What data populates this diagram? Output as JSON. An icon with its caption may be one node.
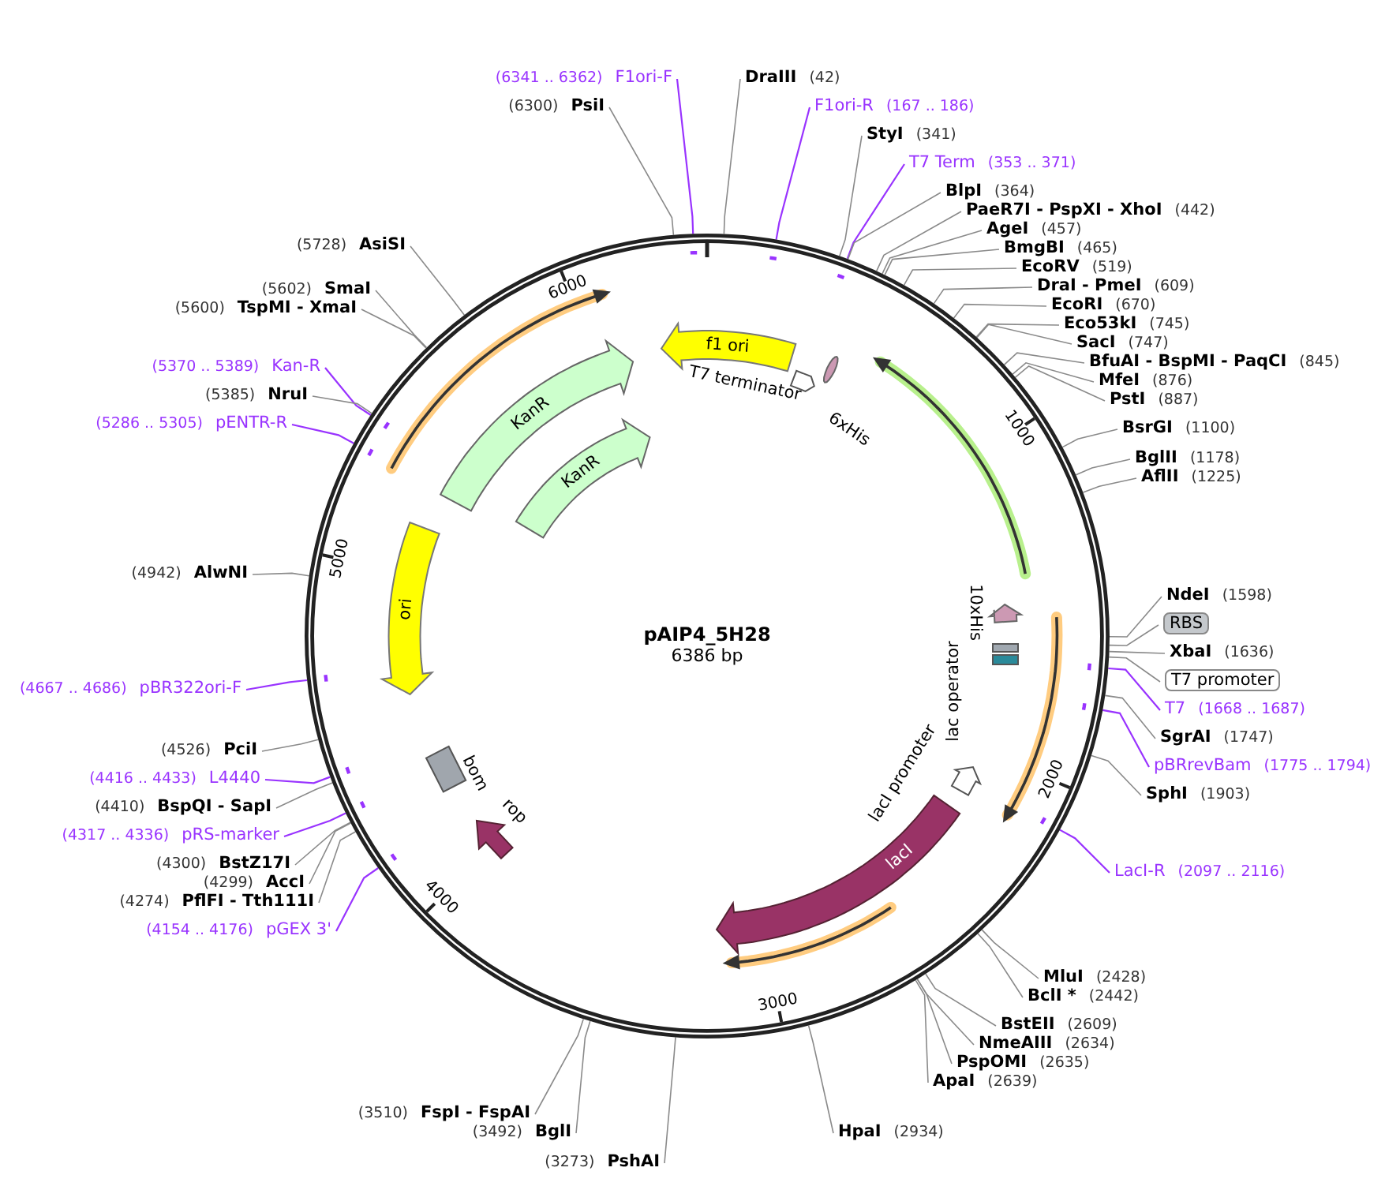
{
  "diagram": {
    "title": "pAIP4_5H28",
    "nodes": [
      {
        "text": [
          "F1ori-F"
        ],
        "beside": [
          "(6341 .. 6362)"
        ]
      },
      {
        "text": [
          "PsiI"
        ],
        "beside": [
          "(6300)"
        ]
      },
      {
        "text": [
          "DraIII"
        ],
        "beside": [
          "(42)"
        ]
      },
      {
        "text": [
          "F1ori-R"
        ],
        "beside": [
          "(167 .. 186)"
        ]
      },
      {
        "text": [
          "StyI"
        ],
        "beside": [
          "(341)"
        ]
      },
      {
        "text": [
          "T7 Term"
        ],
        "beside": [
          "(353 .. 371)"
        ]
      },
      {
        "text": [
          "BlpI"
        ],
        "beside": [
          "(364)"
        ]
      },
      {
        "text": [
          "PaeR7I - PspXI - XhoI"
        ],
        "beside": [
          "(442)"
        ]
      },
      {
        "text": [
          "AgeI"
        ],
        "beside": [
          "(457)"
        ]
      },
      {
        "text": [
          "BmgBI"
        ],
        "beside": [
          "(465)"
        ]
      },
      {
        "text": [
          "EcoRV"
        ],
        "beside": [
          "(519)"
        ]
      },
      {
        "text": [
          "DraI - PmeI"
        ],
        "beside": [
          "(609)"
        ]
      },
      {
        "text": [
          "EcoRI"
        ],
        "beside": [
          "(670)"
        ]
      },
      {
        "text": [
          "Eco53kI"
        ],
        "beside": [
          "(745)"
        ]
      },
      {
        "text": [
          "SacI"
        ],
        "beside": [
          "(747)"
        ]
      },
      {
        "text": [
          "BfuAI - BspMI - PaqCI"
        ],
        "beside": [
          "(845)"
        ]
      },
      {
        "text": [
          "MfeI"
        ],
        "beside": [
          "(876)"
        ]
      },
      {
        "text": [
          "PstI"
        ],
        "beside": [
          "(887)"
        ]
      },
      {
        "text": [
          "BsrGI"
        ],
        "beside": [
          "(1100)"
        ]
      },
      {
        "text": [
          "BglII"
        ],
        "beside": [
          "(1178)"
        ]
      },
      {
        "text": [
          "AflII"
        ],
        "beside": [
          "(1225)"
        ]
      },
      {
        "text": [
          "AsiSI"
        ],
        "beside": [
          "(5728)"
        ]
      },
      {
        "text": [
          "SmaI"
        ],
        "beside": [
          "(5602)"
        ]
      },
      {
        "text": [
          "TspMI - XmaI"
        ],
        "beside": [
          "(5600)"
        ]
      },
      {
        "text": [
          "Kan-R"
        ],
        "beside": [
          "(5370 .. 5389)"
        ]
      },
      {
        "text": [
          "NruI"
        ],
        "beside": [
          "(5385)"
        ]
      },
      {
        "text": [
          "pENTR-R"
        ],
        "beside": [
          "(5286 .. 5305)"
        ]
      },
      {
        "text": [
          "AlwNI"
        ],
        "beside": [
          "(4942)"
        ]
      },
      {
        "text": [
          "NdeI"
        ],
        "beside": [
          "(1598)"
        ]
      },
      {
        "text": [
          "RBS"
        ]
      },
      {
        "text": [
          "XbaI"
        ],
        "beside": [
          "(1636)"
        ]
      },
      {
        "text": [
          "T7 promoter"
        ]
      },
      {
        "text": [
          "T7"
        ],
        "beside": [
          "(1668 .. 1687)"
        ]
      },
      {
        "text": [
          "SgrAI"
        ],
        "beside": [
          "(1747)"
        ]
      },
      {
        "text": [
          "pBRrevBam"
        ],
        "beside": [
          "(1775 .. 1794)"
        ]
      },
      {
        "text": [
          "SphI"
        ],
        "beside": [
          "(1903)"
        ]
      },
      {
        "text": [
          "pBR322ori-F"
        ],
        "beside": [
          "(4667 .. 4686)"
        ]
      },
      {
        "text": [
          "PciI"
        ],
        "beside": [
          "(4526)"
        ]
      },
      {
        "text": [
          "L4440"
        ],
        "beside": [
          "(4416 .. 4433)"
        ]
      },
      {
        "text": [
          "BspQI - SapI"
        ],
        "beside": [
          "(4410)"
        ]
      },
      {
        "text": [
          "pRS-marker"
        ],
        "beside": [
          "(4317 .. 4336)"
        ]
      },
      {
        "text": [
          "BstZ17I"
        ],
        "beside": [
          "(4300)"
        ]
      },
      {
        "text": [
          "AccI"
        ],
        "beside": [
          "(4299)"
        ]
      },
      {
        "text": [
          "PflFI - Tth111I"
        ],
        "beside": [
          "(4274)"
        ]
      },
      {
        "text": [
          "pGEX 3'"
        ],
        "beside": [
          "(4154 .. 4176)"
        ]
      },
      {
        "text": [
          "LacI-R"
        ],
        "beside": [
          "(2097 .. 2116)"
        ]
      },
      {
        "text": [
          "MluI"
        ],
        "beside": [
          "(2428)"
        ]
      },
      {
        "text": [
          "BclI *"
        ],
        "beside": [
          "(2442)"
        ]
      },
      {
        "text": [
          "BstEII"
        ],
        "beside": [
          "(2609)"
        ]
      },
      {
        "text": [
          "NmeAIII"
        ],
        "beside": [
          "(2634)"
        ]
      },
      {
        "text": [
          "PspOMI"
        ],
        "beside": [
          "(2635)"
        ]
      },
      {
        "text": [
          "ApaI"
        ],
        "beside": [
          "(2639)"
        ]
      },
      {
        "text": [
          "HpaI"
        ],
        "beside": [
          "(2934)"
        ]
      },
      {
        "text": [
          "FspI - FspAI"
        ],
        "beside": [
          "(3510)"
        ]
      },
      {
        "text": [
          "BglI"
        ],
        "beside": [
          "(3492)"
        ]
      },
      {
        "text": [
          "PshAI"
        ],
        "beside": [
          "(3273)"
        ]
      },
      {
        "text": [],
        "shape": "circle"
      },
      {
        "text": [
          "f1 ori"
        ],
        "in": 56
      },
      {
        "text": [
          "T7 terminator"
        ],
        "in": 56
      },
      {
        "text": [
          "6xHis"
        ],
        "in": 56
      },
      {
        "text": [
          "KanR"
        ],
        "in": 56
      },
      {
        "text": [
          "KanR"
        ],
        "in": 56
      },
      {
        "text": [
          "ori"
        ],
        "in": 56
      },
      {
        "text": [
          "10xHis"
        ],
        "in": 56
      },
      {
        "text": [
          "lac operator"
        ],
        "in": 56
      },
      {
        "text": [
          "lacI promoter"
        ],
        "in": 56
      },
      {
        "text": [
          "lacI"
        ],
        "in": 56
      },
      {
        "text": [
          "bom"
        ],
        "in": 56
      },
      {
        "text": [
          "rop"
        ],
        "in": 56
      },
      {
        "text": [],
        "shape": "arrow",
        "in": 56
      },
      {
        "text": [],
        "shape": "arrow",
        "in": 56
      },
      {
        "text": [],
        "shape": "arrow",
        "in": 56
      },
      {
        "text": [],
        "shape": "arrow",
        "in": 56
      }
    ],
    "edges": [
      {
        "from": 0,
        "to": 56,
        "arrow": "none",
        "color": "#9933ff"
      },
      {
        "from": 1,
        "to": 56,
        "arrow": "none"
      },
      {
        "from": 2,
        "to": 56,
        "arrow": "none"
      },
      {
        "from": 3,
        "to": 56,
        "arrow": "none",
        "color": "#9933ff"
      },
      {
        "from": 4,
        "to": 56,
        "arrow": "none"
      },
      {
        "from": 5,
        "to": 56,
        "arrow": "none",
        "color": "#9933ff"
      },
      {
        "from": 6,
        "to": 56,
        "arrow": "none"
      },
      {
        "from": 7,
        "to": 56,
        "arrow": "none"
      },
      {
        "from": 8,
        "to": 56,
        "arrow": "none"
      },
      {
        "from": 9,
        "to": 56,
        "arrow": "none"
      },
      {
        "from": 10,
        "to": 56,
        "arrow": "none"
      },
      {
        "from": 11,
        "to": 56,
        "arrow": "none"
      },
      {
        "from": 12,
        "to": 56,
        "arrow": "none"
      },
      {
        "from": 13,
        "to": 56,
        "arrow": "none"
      },
      {
        "from": 14,
        "to": 56,
        "arrow": "none"
      },
      {
        "from": 15,
        "to": 56,
        "arrow": "none"
      },
      {
        "from": 16,
        "to": 56,
        "arrow": "none"
      },
      {
        "from": 17,
        "to": 56,
        "arrow": "none"
      },
      {
        "from": 18,
        "to": 56,
        "arrow": "none"
      },
      {
        "from": 19,
        "to": 56,
        "arrow": "none"
      },
      {
        "from": 20,
        "to": 56,
        "arrow": "none"
      },
      {
        "from": 21,
        "to": 56,
        "arrow": "none"
      },
      {
        "from": 22,
        "to": 56,
        "arrow": "none"
      },
      {
        "from": 23,
        "to": 56,
        "arrow": "none"
      },
      {
        "from": 24,
        "to": 56,
        "arrow": "none",
        "color": "#9933ff"
      },
      {
        "from": 25,
        "to": 56,
        "arrow": "none"
      },
      {
        "from": 26,
        "to": 56,
        "arrow": "none",
        "color": "#9933ff"
      },
      {
        "from": 27,
        "to": 56,
        "arrow": "none"
      },
      {
        "from": 28,
        "to": 56,
        "arrow": "none"
      },
      {
        "from": 29,
        "to": 56,
        "arrow": "none"
      },
      {
        "from": 30,
        "to": 56,
        "arrow": "none"
      },
      {
        "from": 31,
        "to": 56,
        "arrow": "none"
      },
      {
        "from": 32,
        "to": 56,
        "arrow": "none",
        "color": "#9933ff"
      },
      {
        "from": 33,
        "to": 56,
        "arrow": "none"
      },
      {
        "from": 34,
        "to": 56,
        "arrow": "none",
        "color": "#9933ff"
      },
      {
        "from": 35,
        "to": 56,
        "arrow": "none"
      },
      {
        "from": 36,
        "to": 56,
        "arrow": "none",
        "color": "#9933ff"
      },
      {
        "from": 37,
        "to": 56,
        "arrow": "none"
      },
      {
        "from": 38,
        "to": 56,
        "arrow": "none",
        "color": "#9933ff"
      },
      {
        "from": 39,
        "to": 56,
        "arrow": "none"
      },
      {
        "from": 40,
        "to": 56,
        "arrow": "none",
        "color": "#9933ff"
      },
      {
        "from": 41,
        "to": 56,
        "arrow": "none"
      },
      {
        "from": 42,
        "to": 56,
        "arrow": "none"
      },
      {
        "from": 43,
        "to": 56,
        "arrow": "none"
      },
      {
        "from": 44,
        "to": 56,
        "arrow": "none",
        "color": "#9933ff"
      },
      {
        "from": 45,
        "to": 56,
        "arrow": "none",
        "color": "#9933ff"
      },
      {
        "from": 46,
        "to": 56,
        "arrow": "none"
      },
      {
        "from": 47,
        "to": 56,
        "arrow": "none"
      },
      {
        "from": 48,
        "to": 56,
        "arrow": "none"
      },
      {
        "from": 49,
        "to": 56,
        "arrow": "none"
      },
      {
        "from": 50,
        "to": 56,
        "arrow": "none"
      },
      {
        "from": 51,
        "to": 56,
        "arrow": "none"
      },
      {
        "from": 52,
        "to": 56,
        "arrow": "none"
      },
      {
        "from": 53,
        "to": 56,
        "arrow": "none"
      },
      {
        "from": 54,
        "to": 56,
        "arrow": "none"
      },
      {
        "from": 55,
        "to": 56,
        "arrow": "none"
      }
    ],
    "labels": [
      "6386 bp",
      "1000",
      "2000",
      "3000",
      "4000",
      "5000",
      "6000"
    ]
  }
}
